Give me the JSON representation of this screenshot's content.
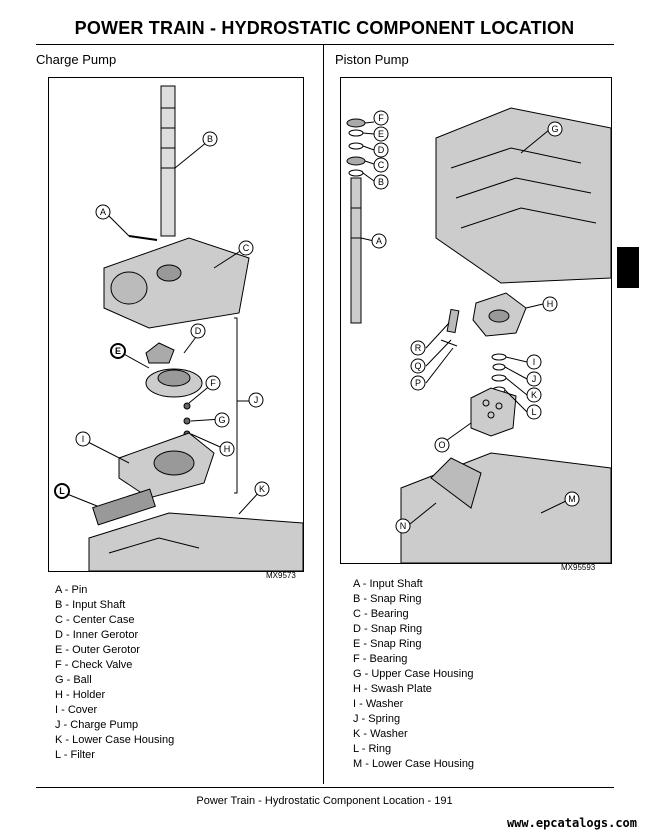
{
  "page": {
    "title": "POWER TRAIN - HYDROSTATIC   COMPONENT LOCATION",
    "footer": "Power Train - Hydrostatic   Component Location  - 191",
    "watermark": "www.epcatalogs.com"
  },
  "charge_pump": {
    "heading": "Charge Pump",
    "figure_id": "MX9573",
    "callouts": [
      "A",
      "B",
      "C",
      "D",
      "E",
      "F",
      "G",
      "H",
      "I",
      "J",
      "K",
      "L"
    ],
    "legend": [
      "A - Pin",
      "B - Input Shaft",
      "C - Center Case",
      "D - Inner Gerotor",
      "E - Outer Gerotor",
      "F - Check Valve",
      "G - Ball",
      "H - Holder",
      "I  - Cover",
      "J - Charge Pump",
      "K - Lower Case Housing",
      "L - Filter"
    ]
  },
  "piston_pump": {
    "heading": "Piston Pump",
    "figure_id": "MX95593",
    "callouts": [
      "F",
      "E",
      "D",
      "C",
      "B",
      "A",
      "G",
      "H",
      "R",
      "Q",
      "P",
      "I",
      "J",
      "K",
      "L",
      "O",
      "M",
      "N"
    ],
    "legend": [
      "A - Input Shaft",
      "B - Snap Ring",
      "C - Bearing",
      "D - Snap Ring",
      "E - Snap Ring",
      "F - Bearing",
      "G - Upper Case Housing",
      "H - Swash Plate",
      "I  - Washer",
      "J - Spring",
      "K - Washer",
      "L - Ring",
      "M - Lower Case Housing"
    ]
  }
}
